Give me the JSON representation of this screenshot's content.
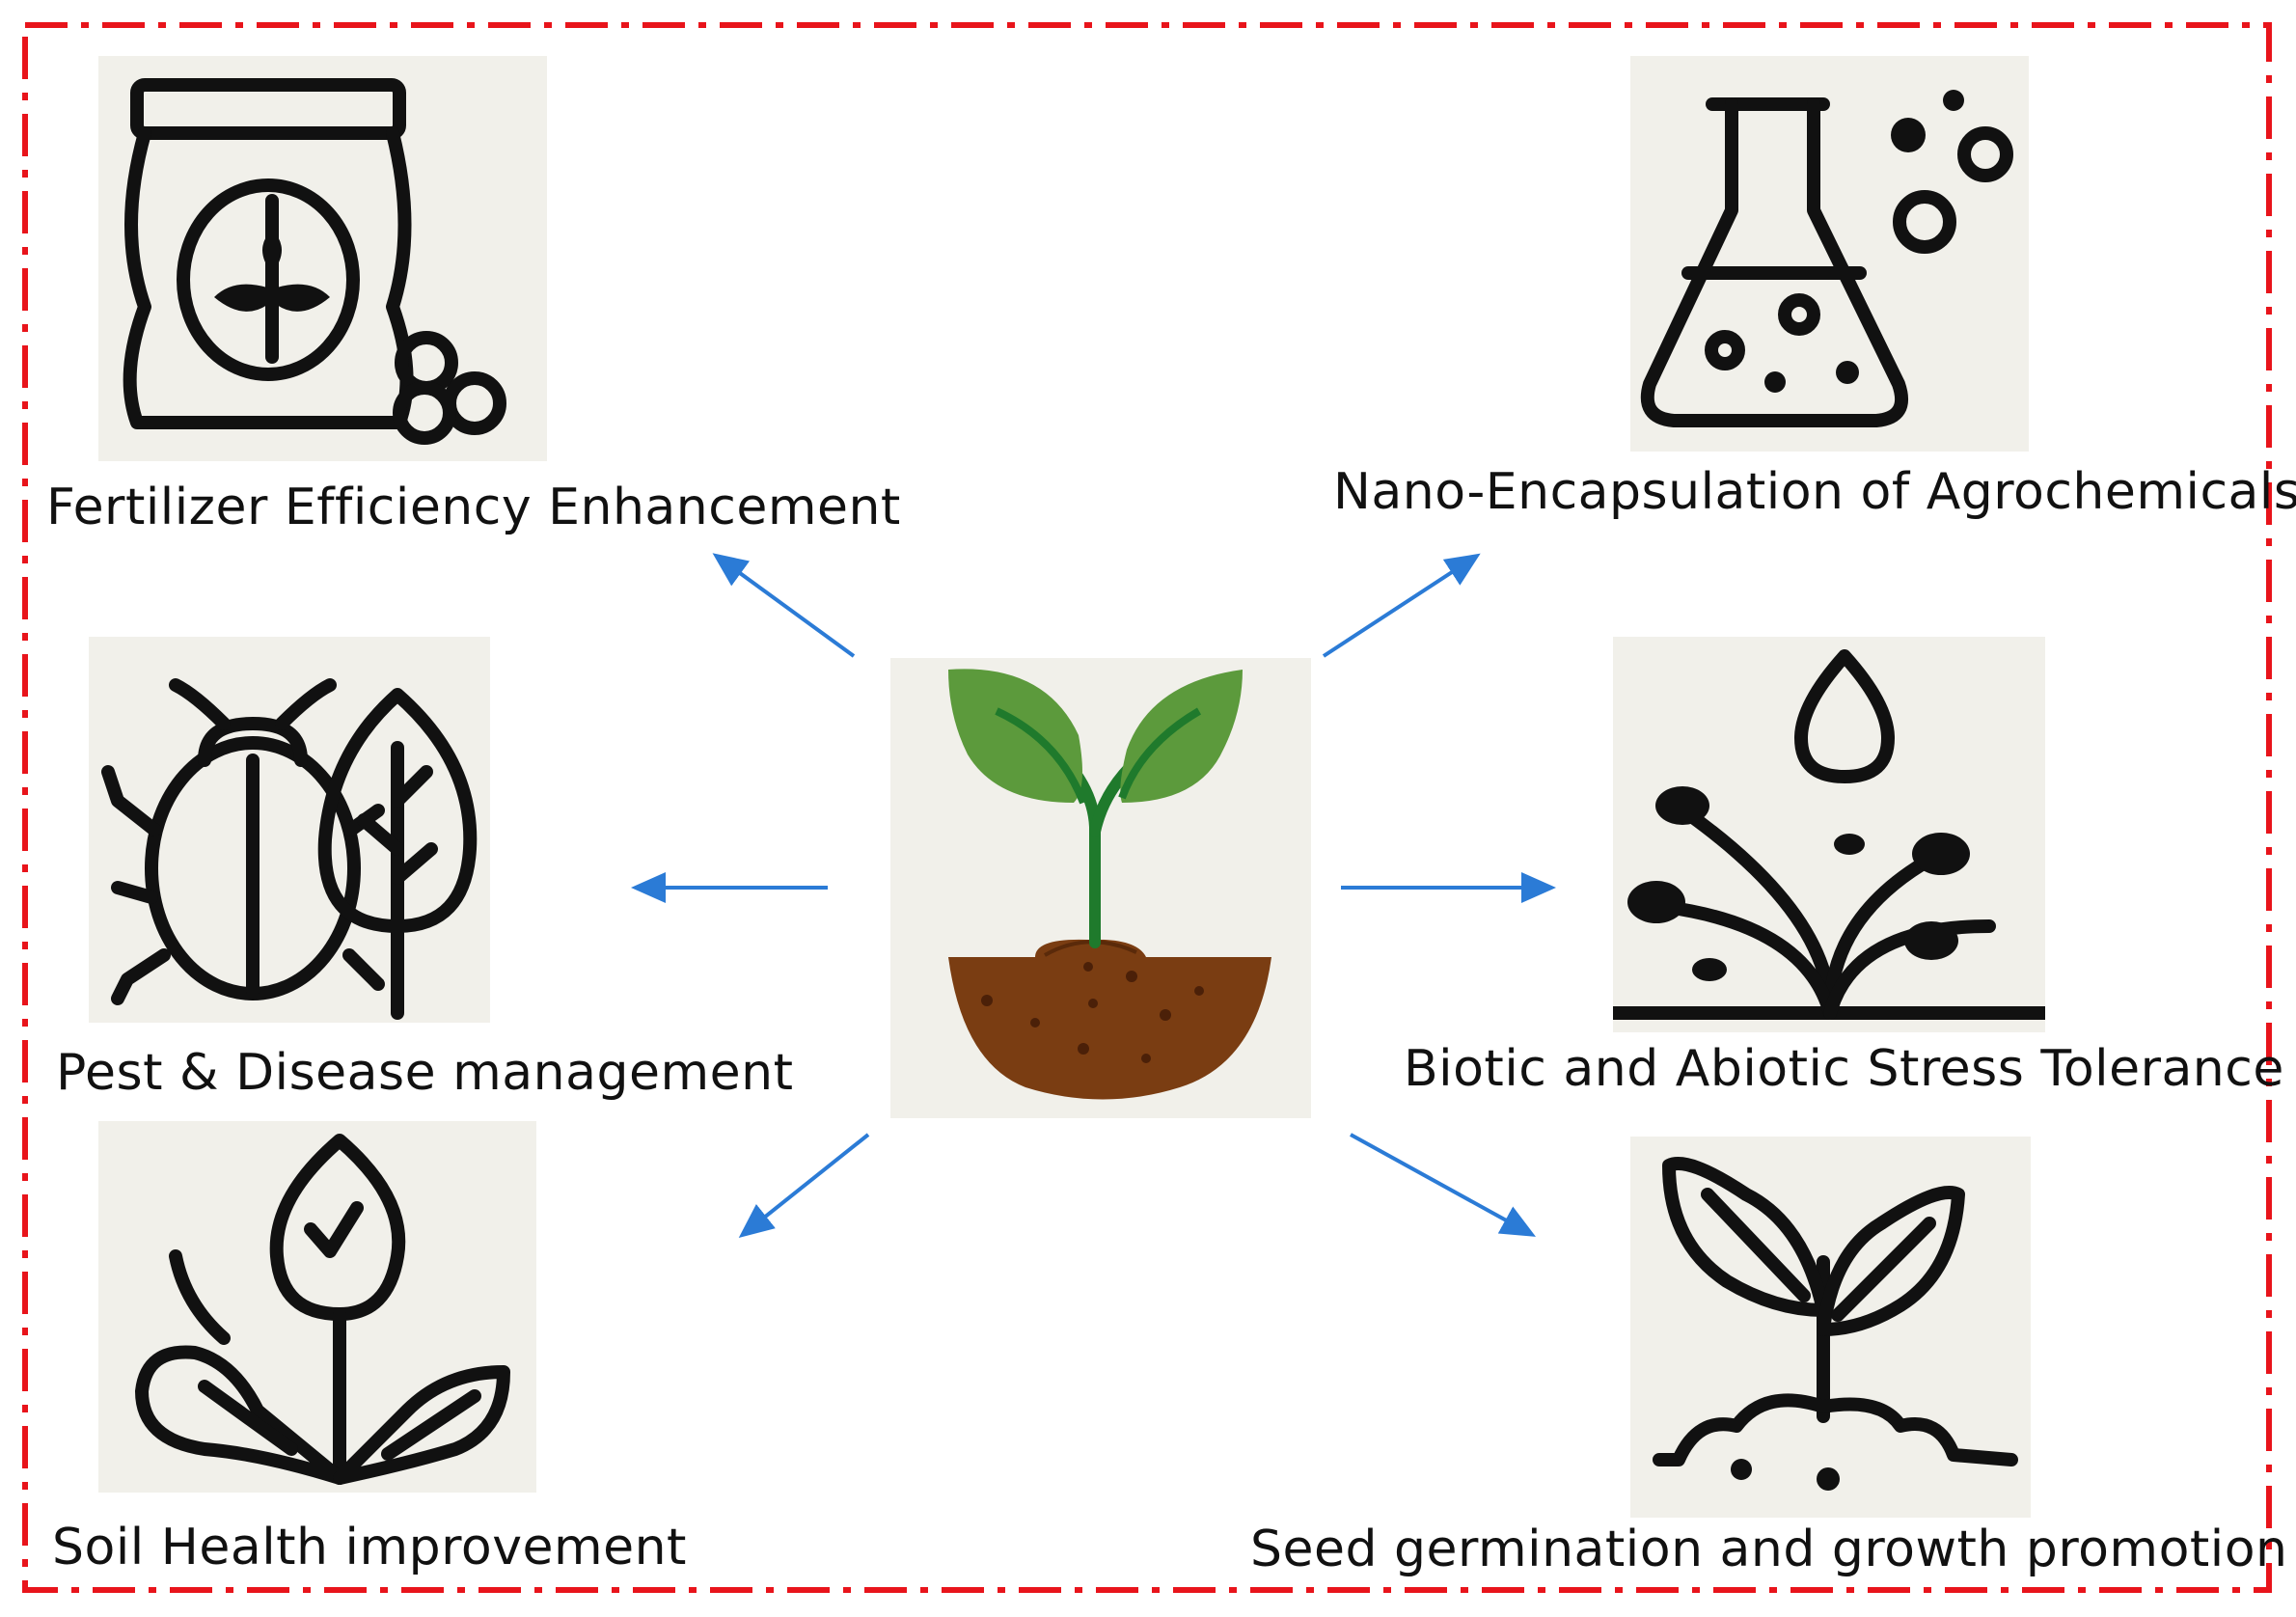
{
  "center": {
    "icon": "seedling-in-soil-icon"
  },
  "items": [
    {
      "label": "Fertilizer Efficiency Enhancement",
      "icon": "fertilizer-bag-icon"
    },
    {
      "label": "Nano-Encapsulation of Agrochemicals",
      "icon": "flask-icon"
    },
    {
      "label": "Pest & Disease management",
      "icon": "bug-and-leaf-icon"
    },
    {
      "label": "Biotic and Abiotic Stress Tolerance",
      "icon": "water-drop-plant-icon"
    },
    {
      "label": "Soil Health improvement",
      "icon": "healthy-plant-icon"
    },
    {
      "label": "Seed germination and growth promotion",
      "icon": "sprout-icon"
    }
  ],
  "colors": {
    "border": "#e8141b",
    "arrow": "#2b7bd6",
    "tile": "#f1f0ea",
    "leaf": "#5c9a3c",
    "stem": "#1f7a2c",
    "soil": "#7a3d12"
  }
}
